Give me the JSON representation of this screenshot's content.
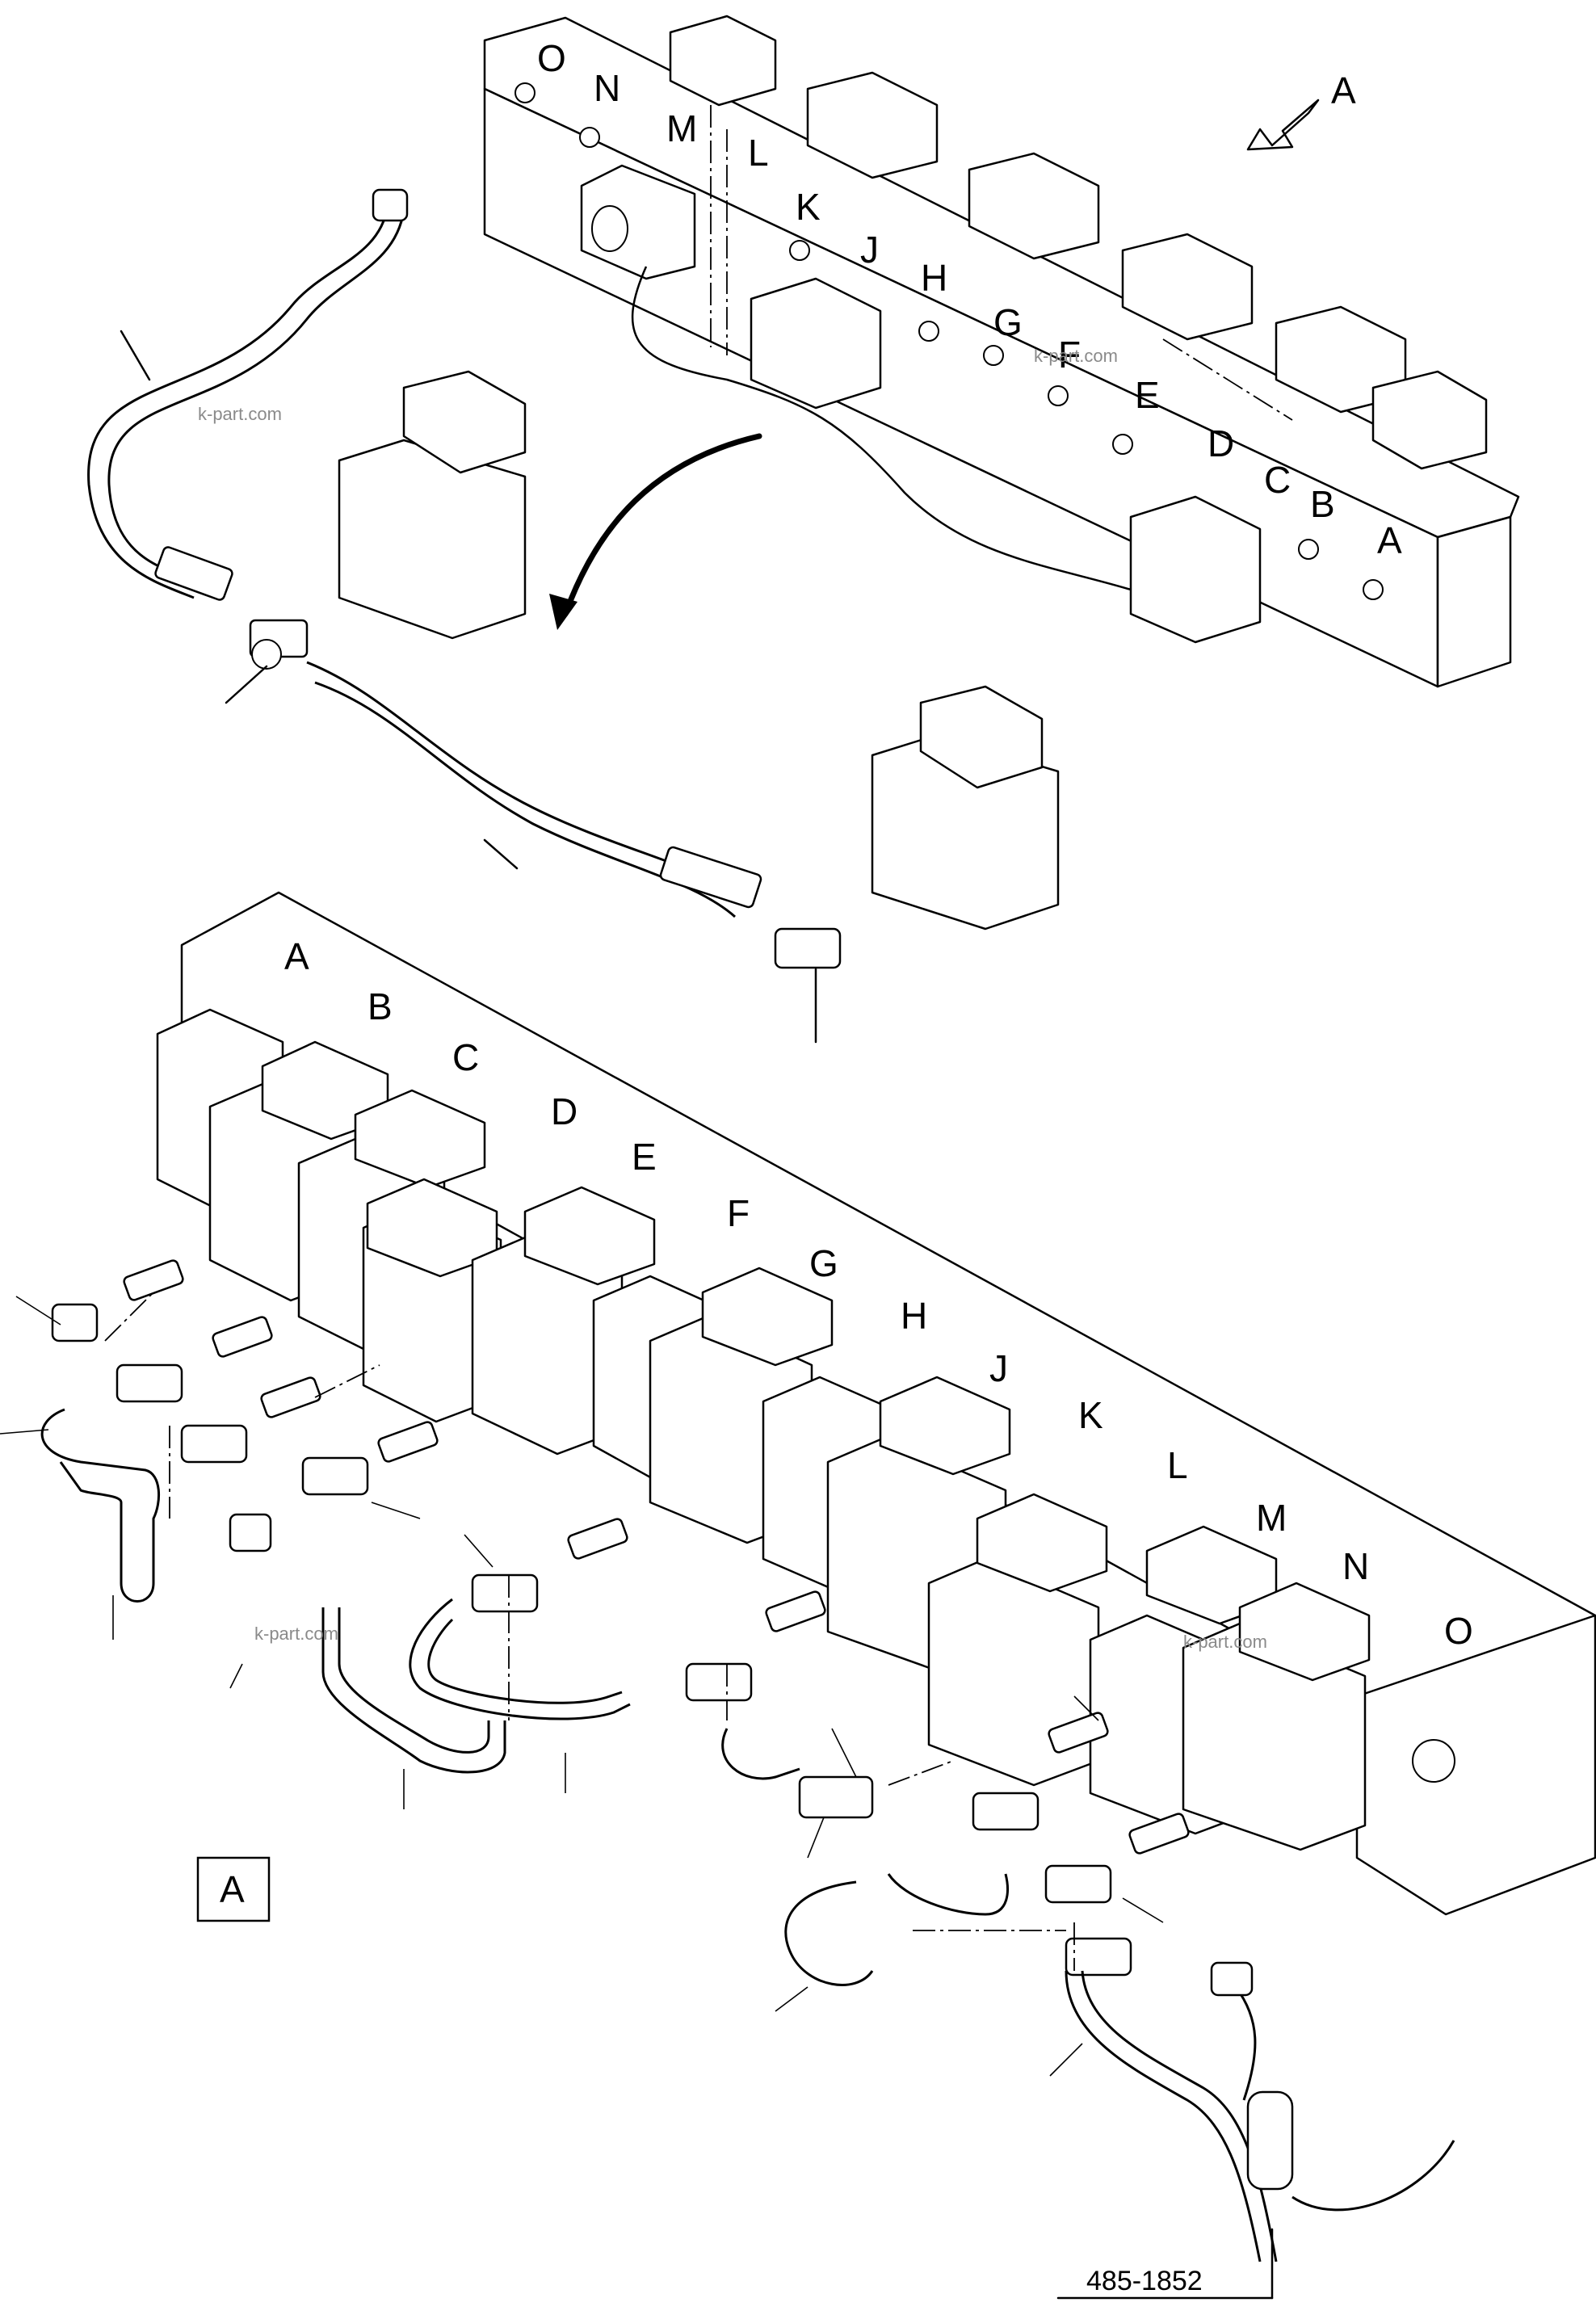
{
  "diagram": {
    "view_label": "A",
    "top_section_labels": [
      "O",
      "N",
      "M",
      "L",
      "K",
      "J",
      "H",
      "G",
      "F",
      "E",
      "D",
      "C",
      "B",
      "A"
    ],
    "bottom_section_labels": [
      "A",
      "B",
      "C",
      "D",
      "E",
      "F",
      "G",
      "H",
      "J",
      "K",
      "L",
      "M",
      "N",
      "O"
    ],
    "detail_tag": "A",
    "reference_number": "485-1852",
    "watermark": "k-part.com"
  },
  "icons": {
    "view_arrow": "view-direction-arrow-icon",
    "curved_arrow": "curved-arrow-icon"
  }
}
